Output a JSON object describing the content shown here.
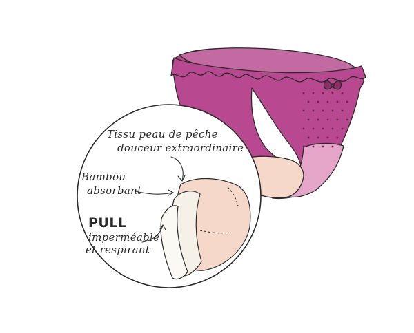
{
  "labels": {
    "tissu_line1": "Tissu peau de pêche",
    "tissu_line2": "douceur extraordinaire",
    "bambou_line1": "Bambou",
    "bambou_line2": "absorbant",
    "pull_title": "PULL",
    "pull_line1": "imperméable",
    "pull_line2": "et respirant"
  },
  "colors": {
    "magenta": "#b8488f",
    "magenta_dark": "#8e2f6b",
    "magenta_light": "#c46aa2",
    "inside_pink": "#e6a6c9",
    "skin": "#f6d8cb",
    "cream": "#f5f0e8",
    "outline": "#2a2a2a"
  }
}
